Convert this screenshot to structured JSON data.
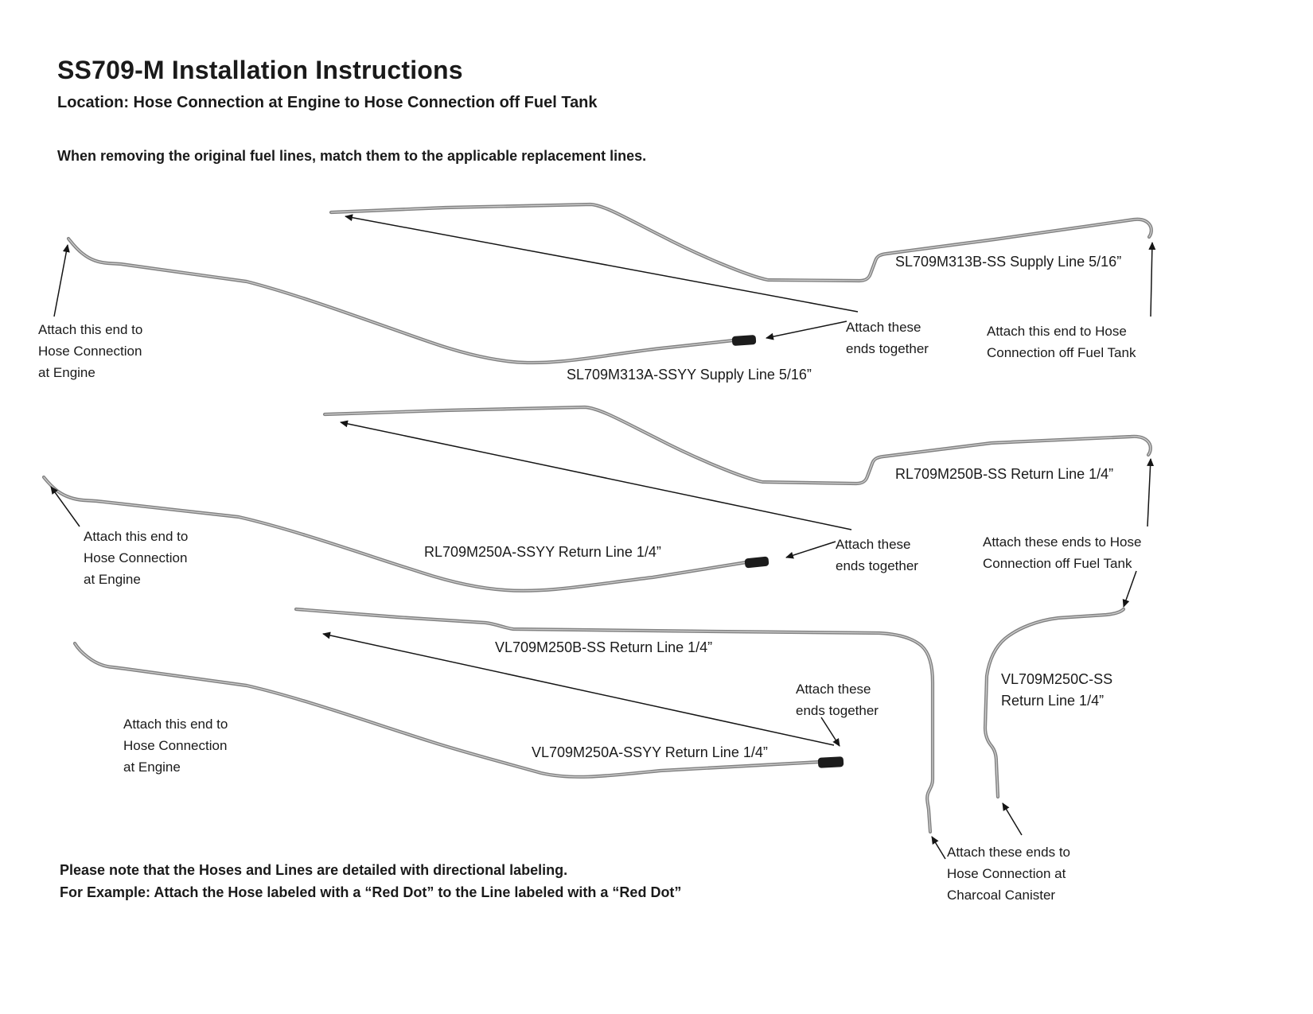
{
  "header": {
    "title": "SS709-M Installation Instructions",
    "subtitle": "Location: Hose Connection at Engine to Hose Connection off Fuel Tank",
    "intro": "When removing the original fuel lines, match them to the applicable replacement lines."
  },
  "parts": {
    "sl_b": "SL709M313B-SS Supply Line 5/16”",
    "sl_a": "SL709M313A-SSYY Supply Line 5/16”",
    "rl_b": "RL709M250B-SS Return Line 1/4”",
    "rl_a": "RL709M250A-SSYY Return Line 1/4”",
    "vl_b": "VL709M250B-SS Return Line 1/4”",
    "vl_c": "VL709M250C-SS\nReturn Line 1/4”",
    "vl_a": "VL709M250A-SSYY Return Line 1/4”"
  },
  "annotations": {
    "attach_engine": "Attach this end to\nHose Connection\nat Engine",
    "attach_together": "Attach these\nends together",
    "attach_tank_single": "Attach this end to Hose\nConnection off Fuel Tank",
    "attach_tank_plural": "Attach these ends to Hose\nConnection off Fuel Tank",
    "attach_canister": "Attach these ends to\nHose Connection at\nCharcoal Canister"
  },
  "footer": {
    "line1": "Please note that the Hoses and Lines are detailed with directional labeling.",
    "line2": "For Example: Attach the Hose labeled with a “Red Dot” to the Line labeled with a “Red Dot”"
  }
}
